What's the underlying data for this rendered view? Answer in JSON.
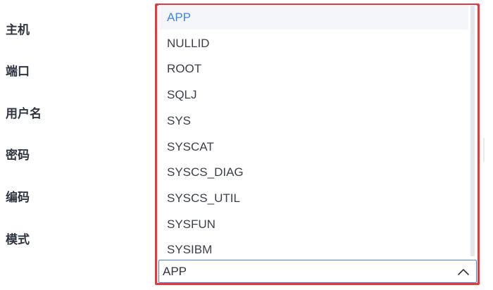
{
  "form": {
    "labels": [
      "主机",
      "端口",
      "用户名",
      "密码",
      "编码",
      "模式"
    ]
  },
  "dropdown": {
    "options": [
      "APP",
      "NULLID",
      "ROOT",
      "SQLJ",
      "SYS",
      "SYSCAT",
      "SYSCS_DIAG",
      "SYSCS_UTIL",
      "SYSFUN",
      "SYSIBM"
    ],
    "selected": "APP"
  },
  "select": {
    "value": "APP",
    "icon": "chevron-up-icon"
  },
  "colors": {
    "accent": "#3f86e6",
    "highlight_frame": "#e43a3f",
    "selected_bg": "#f4f6f9"
  }
}
